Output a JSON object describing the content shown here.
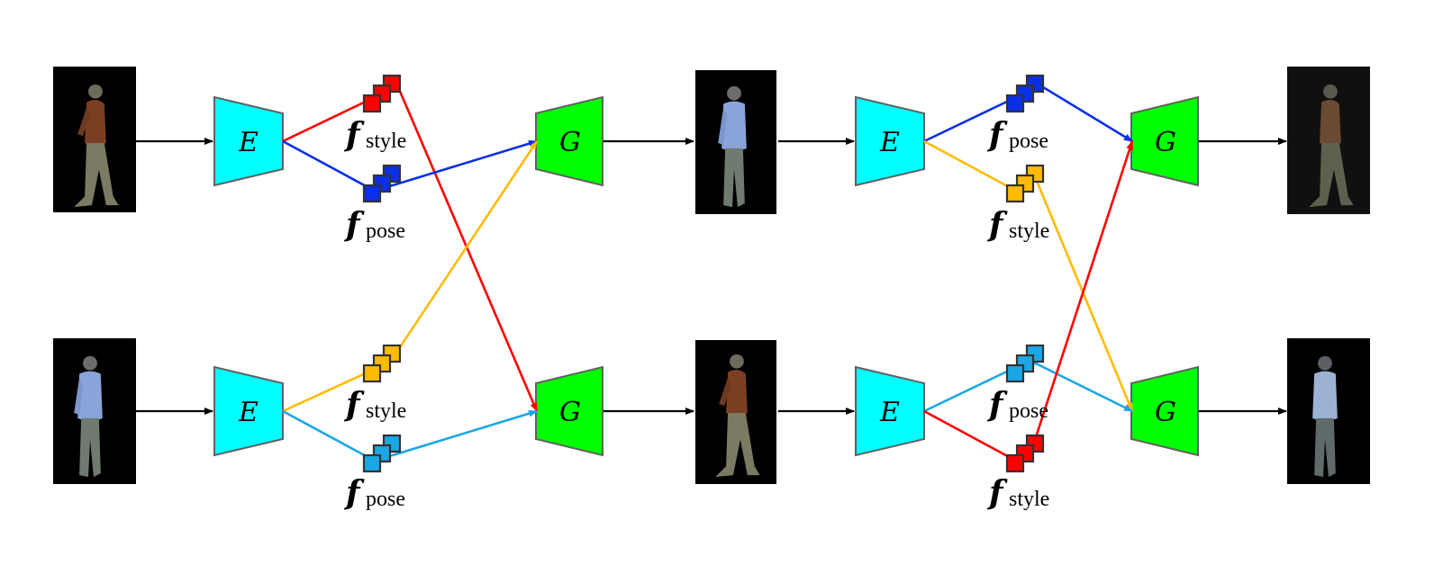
{
  "labels": {
    "encoder": "E",
    "generator": "G",
    "feature_symbol": "f",
    "style": "style",
    "pose": "pose"
  },
  "colors": {
    "encoder_fill": "#00ffff",
    "generator_fill": "#00ff00",
    "style_a": "#ff0000",
    "pose_a": "#0a2fe8",
    "style_b": "#ffbb00",
    "pose_b": "#1aa7e6"
  },
  "icons": {
    "input_walker_brown": "person-walking-brown-sweater-frames-icon",
    "input_walker_blue": "person-standing-blue-shirt-frames-icon"
  }
}
